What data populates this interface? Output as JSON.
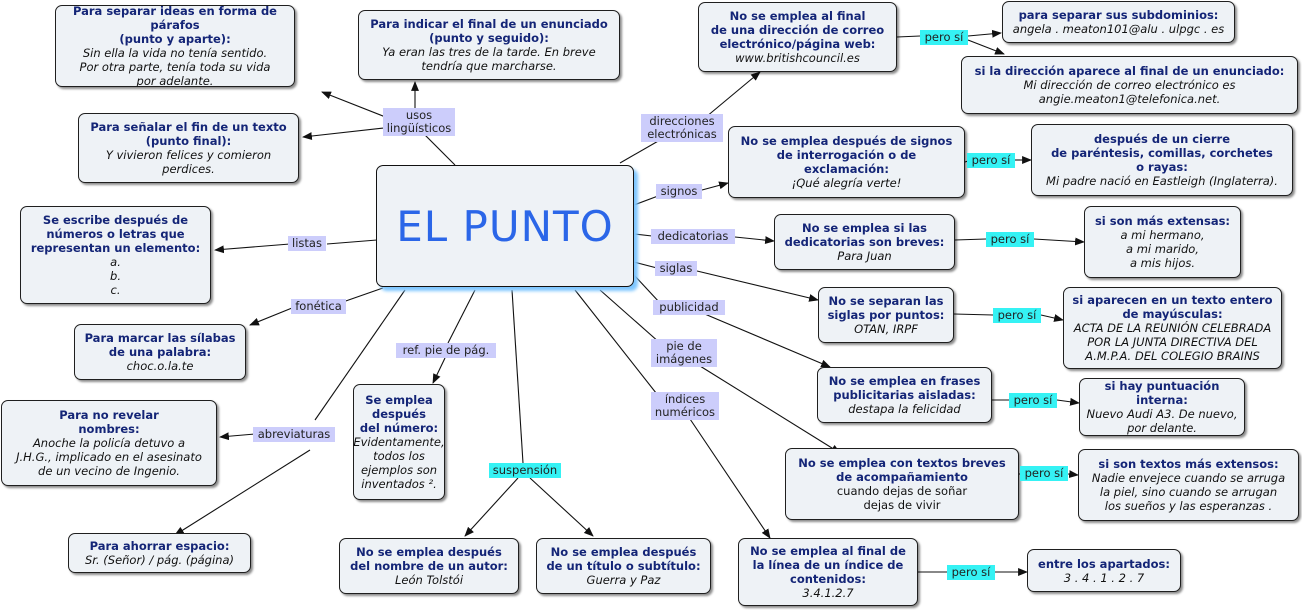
{
  "center_title": "EL PUNTO",
  "nodes": {
    "parrafos": {
      "title": "Para separar ideas en forma de párafos\n(punto y aparte):",
      "example": "Sin ella la vida no tenía sentido.\nPor otra parte, tenía toda su vida\npor adelante."
    },
    "enunciado": {
      "title": "Para indicar el final de un enunciado\n(punto y seguido):",
      "example": "Ya eran las tres de la tarde.  En breve\ntendría que marcharse."
    },
    "final_texto": {
      "title": "Para señalar el fin de un texto\n(punto final):",
      "example": "Y vivieron felices y comieron\nperdices."
    },
    "listas": {
      "title": "Se escribe después de\nnúmeros o letras que\nrepresentan un elemento:",
      "example": "a.\nb.\nc."
    },
    "silabas": {
      "title": "Para marcar las sílabas\nde una palabra:",
      "example": "choc.o.la.te"
    },
    "nombres": {
      "title": "Para no revelar\nnombres:",
      "example": "Anoche la policía detuvo a\nJ.H.G., implicado en el asesinato\nde un vecino de Ingenio."
    },
    "ahorrar": {
      "title": "Para ahorrar espacio:",
      "example": "Sr. (Señor) / pág. (página)"
    },
    "numero": {
      "title": "Se emplea\ndespués\ndel número:",
      "example": "Evidentamente,\ntodos los\nejemplos son\ninventados ²."
    },
    "autor": {
      "title": "No se emplea después\ndel nombre de un autor:",
      "example": "León Tolstói"
    },
    "titulo": {
      "title": "No se emplea después\nde un título o subtítulo:",
      "example": "Guerra y Paz"
    },
    "indice": {
      "title": "No se emplea al final de\nla línea de un índice de\ncontenidos:",
      "example": "3.4.1.2.7"
    },
    "apartados": {
      "title": "entre los apartados:",
      "example": "3 . 4 . 1 . 2 . 7"
    },
    "web": {
      "title": "No se emplea al final\nde una dirección de correo\nelectrónico/página web:",
      "example": "www.britishcouncil.es"
    },
    "subdominios": {
      "title": "para separar sus subdominios:",
      "example": "angela . meaton101@alu . ulpgc . es"
    },
    "direccion_final": {
      "title": "si la dirección aparece al final de un enunciado:",
      "example": "Mi dirección de correo electrónico es\nangie.meaton1@telefonica.net."
    },
    "signos": {
      "title": "No se emplea después de signos\nde interrogación o de\nexclamación:",
      "example": "¡Qué alegría verte!"
    },
    "cierre": {
      "title": "después de un cierre\nde paréntesis, comillas, corchetes\no rayas:",
      "example": "Mi padre nació en Eastleigh (Inglaterra)."
    },
    "dedicatorias": {
      "title": "No se emplea si las\ndedicatorias son breves:",
      "example": "Para Juan"
    },
    "extensas": {
      "title": "si son más extensas:",
      "example": "a mi hermano,\na mi marido,\na mis hijos."
    },
    "siglas": {
      "title": "No se separan las\nsiglas por puntos:",
      "example": "OTAN, IRPF"
    },
    "mayusculas": {
      "title": "si aparecen en un texto entero\nde mayúsculas:",
      "example": "ACTA DE LA REUNIÓN CELEBRADA\nPOR LA JUNTA DIRECTIVA DEL\nA.M.P.A. DEL COLEGIO BRAINS"
    },
    "publicitarias": {
      "title": "No se emplea en frases\npublicitarias aisladas:",
      "example": "destapa la felicidad"
    },
    "puntuacion": {
      "title": "si hay puntuación interna:",
      "example": "Nuevo Audi A3.  De nuevo,\npor delante."
    },
    "acompanamiento": {
      "title": "No se emplea con textos breves\nde acompañamiento",
      "example": "cuando dejas de soñar\ndejas de vivir"
    },
    "textos_extensos": {
      "title": "si son textos más extensos:",
      "example": "Nadie envejece cuando se arruga\nla piel, sino cuando se arrugan\nlos sueños y las esperanzas ."
    }
  },
  "labels": {
    "usos": "usos\nlingüísticos",
    "listas": "listas",
    "fonetica": "fonética",
    "abreviaturas": "abreviaturas",
    "ref": "ref. pie de pág.",
    "suspension": "suspensión",
    "direcciones": "direcciones\nelectrónicas",
    "signos": "signos",
    "dedicatorias": "dedicatorias",
    "siglas": "siglas",
    "publicidad": "publicidad",
    "pie": "pie de\nimágenes",
    "indices": "índices\nnuméricos",
    "pero_si": "pero sí"
  },
  "colors": {
    "node_bg": "#eef2f6",
    "title": "#142577",
    "label_bg": "#cccdfb",
    "pero_si_bg": "#35f2f4",
    "center_text": "#2b66e8",
    "center_shadow": "#7fc7ff"
  }
}
